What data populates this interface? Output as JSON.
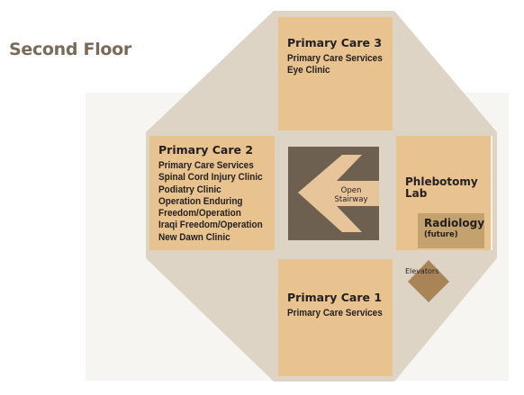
{
  "floor": {
    "title": "Second Floor"
  },
  "rooms": {
    "primary_care_3": {
      "name": "Primary Care 3",
      "services": [
        "Primary Care Services",
        "Eye Clinic"
      ]
    },
    "primary_care_2": {
      "name": "Primary Care 2",
      "services": [
        "Primary Care Services",
        "Spinal Cord Injury Clinic",
        "Podiatry Clinic",
        "Operation Enduring",
        "Freedom/Operation",
        "Iraqi Freedom/Operation",
        "New Dawn Clinic"
      ]
    },
    "primary_care_1": {
      "name": "Primary Care 1",
      "services": [
        "Primary Care Services"
      ]
    },
    "phlebotomy": {
      "name_line1": "Phlebotomy",
      "name_line2": "Lab"
    },
    "radiology": {
      "name": "Radiology",
      "note": "(future)"
    }
  },
  "stairway": {
    "line1": "Open",
    "line2": "Stairway"
  },
  "elevators": {
    "label": "Elevators"
  },
  "colors": {
    "title": "#7b6a58",
    "room_fill": "#e8c38f",
    "corridor": "#ddd4c5",
    "stair_box": "#6e6050",
    "stair_arrow": "#e7c49a",
    "radiology_fill": "#c4a26f",
    "elevator_fill": "#a88456",
    "text": "#231f20"
  }
}
